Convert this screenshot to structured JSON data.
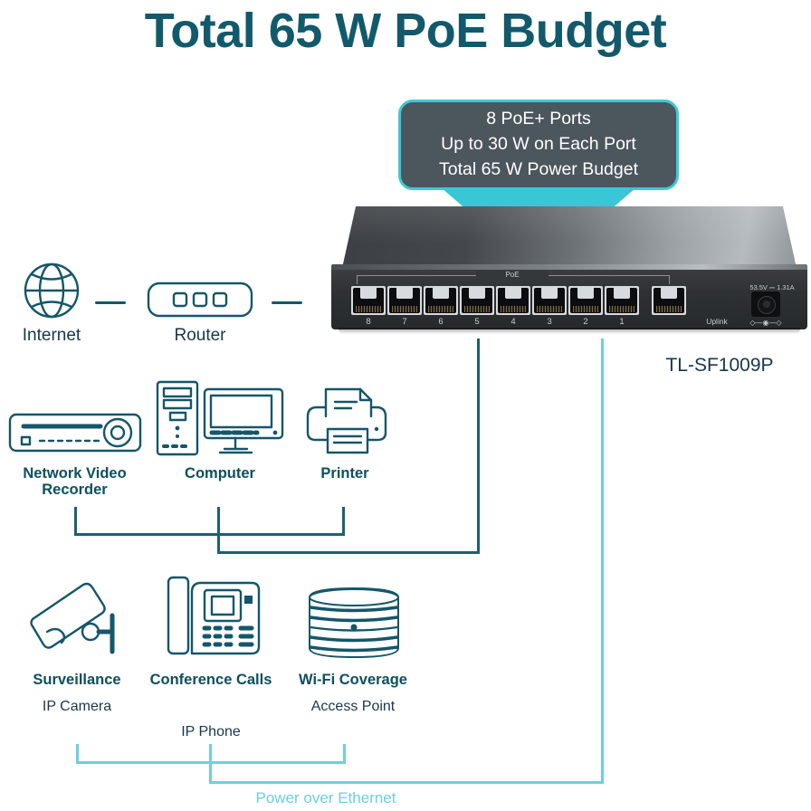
{
  "title": "Total 65 W PoE Budget",
  "callout": {
    "lines": [
      "8 PoE+ Ports",
      "Up to 30 W on Each Port",
      "Total 65 W Power Budget"
    ],
    "border_color": "#3fc8d8",
    "fill_color": "#4c565d"
  },
  "device": {
    "model": "TL-SF1009P",
    "poe_group_label": "PoE",
    "port_numbers": [
      "8",
      "7",
      "6",
      "5",
      "4",
      "3",
      "2",
      "1"
    ],
    "uplink_label": "Uplink",
    "power_rating": "53.5V ⎓ 1.31A",
    "polarity_symbol": "◇—◉—◇"
  },
  "wan_chain": {
    "internet_label": "Internet",
    "router_label": "Router"
  },
  "data_devices": [
    {
      "label": "Network Video Recorder",
      "icon": "nvr-icon"
    },
    {
      "label": "Computer",
      "icon": "computer-icon"
    },
    {
      "label": "Printer",
      "icon": "printer-icon"
    }
  ],
  "poe_devices": [
    {
      "label": "Surveillance",
      "sub": "IP Camera",
      "icon": "ip-camera-icon"
    },
    {
      "label": "Conference Calls",
      "sub": "IP Phone",
      "icon": "ip-phone-icon"
    },
    {
      "label": "Wi-Fi Coverage",
      "sub": "Access Point",
      "icon": "access-point-icon"
    }
  ],
  "poe_bus_label": "Power over Ethernet",
  "colors": {
    "title": "#12596b",
    "icon_teal": "#14566a",
    "label_bold": "#0d4f5e",
    "cyan": "#6ecfdd",
    "accent_cyan": "#39c6d6"
  }
}
